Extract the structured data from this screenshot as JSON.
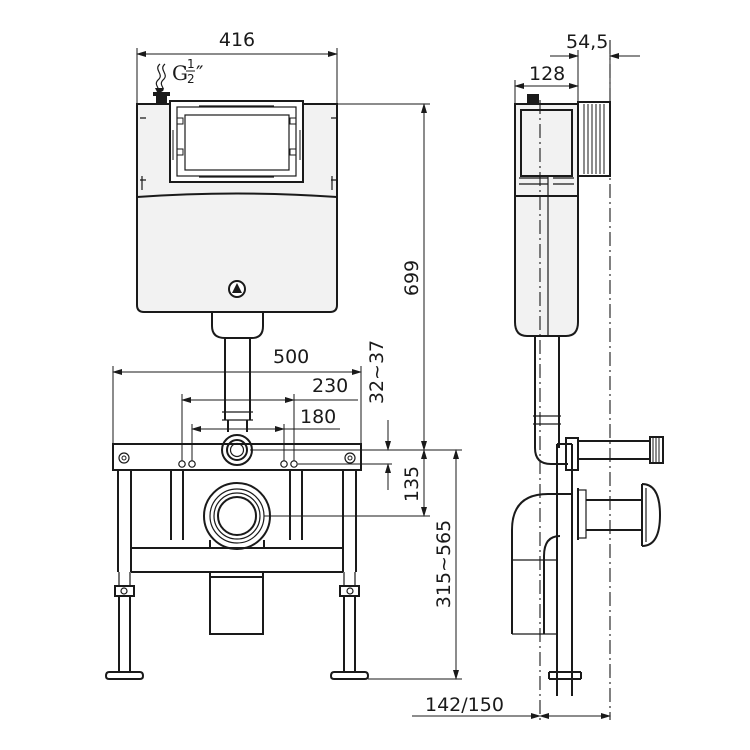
{
  "dimensions": {
    "tank_width": "416",
    "inlet_label": "G",
    "inlet_num": "1",
    "inlet_den": "2",
    "inlet_mark": "″",
    "frame_width": "500",
    "hole_spacing_outer": "230",
    "hole_spacing_inner": "180",
    "total_height": "699",
    "adjust_range": "32~37",
    "bracket_height": "135",
    "frame_height": "315~565",
    "side_depth": "128",
    "side_offset": "54,5",
    "wall_distance": "142/150"
  }
}
